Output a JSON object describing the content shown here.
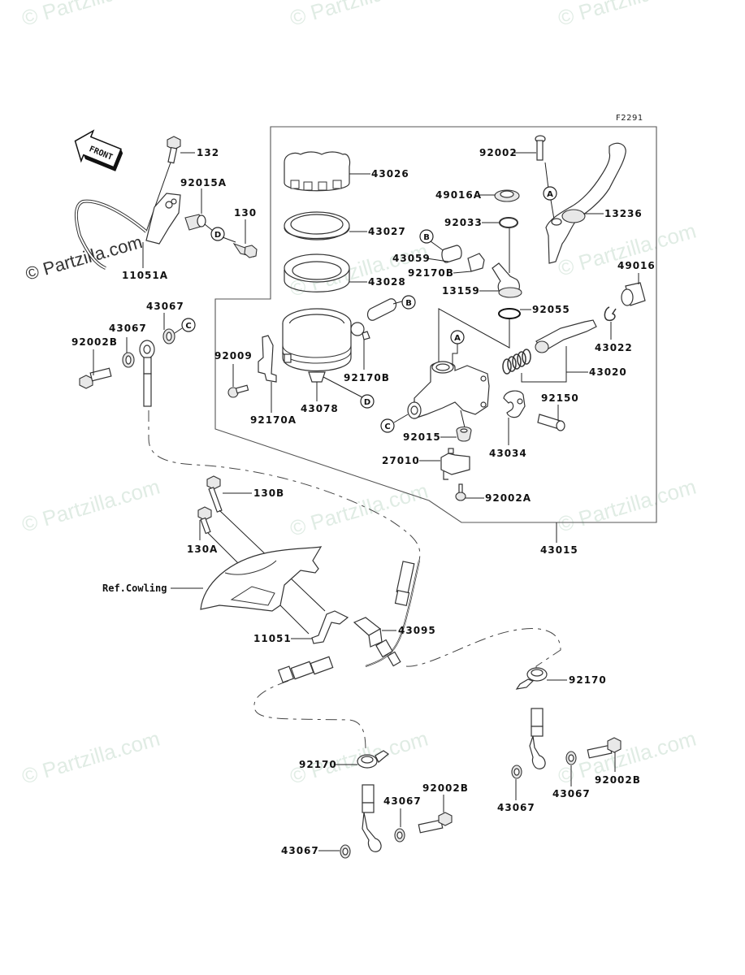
{
  "diagram": {
    "figure_code": "F2291",
    "front_label": "FRONT",
    "watermark_text": "© Partzilla.com",
    "callout_letters": [
      "A",
      "B",
      "C",
      "D"
    ],
    "reference_label": "Ref.Cowling",
    "assembly_label": "43015",
    "parts": {
      "p132": "132",
      "p92015A": "92015A",
      "p130": "130",
      "p11051A": "11051A",
      "p43026": "43026",
      "p43027": "43027",
      "p43028": "43028",
      "p43078": "43078",
      "p92009": "92009",
      "p92170A": "92170A",
      "p92170B_a": "92170B",
      "p92170B_b": "92170B",
      "p43059": "43059",
      "p92033": "92033",
      "p49016A": "49016A",
      "p92002": "92002",
      "p13236": "13236",
      "p13159": "13159",
      "p92055": "92055",
      "p49016": "49016",
      "p43022": "43022",
      "p43020": "43020",
      "p92150": "92150",
      "p43034": "43034",
      "p92015": "92015",
      "p27010": "27010",
      "p92002A": "92002A",
      "p43067_a": "43067",
      "p43067_b": "43067",
      "p92002B_a": "92002B",
      "p130B": "130B",
      "p130A": "130A",
      "p11051": "11051",
      "p43095": "43095",
      "p92170_a": "92170",
      "p92170_b": "92170",
      "p43067_c": "43067",
      "p43067_d": "43067",
      "p92002B_b": "92002B",
      "p43067_e": "43067",
      "p43067_f": "43067",
      "p92002B_c": "92002B"
    }
  }
}
